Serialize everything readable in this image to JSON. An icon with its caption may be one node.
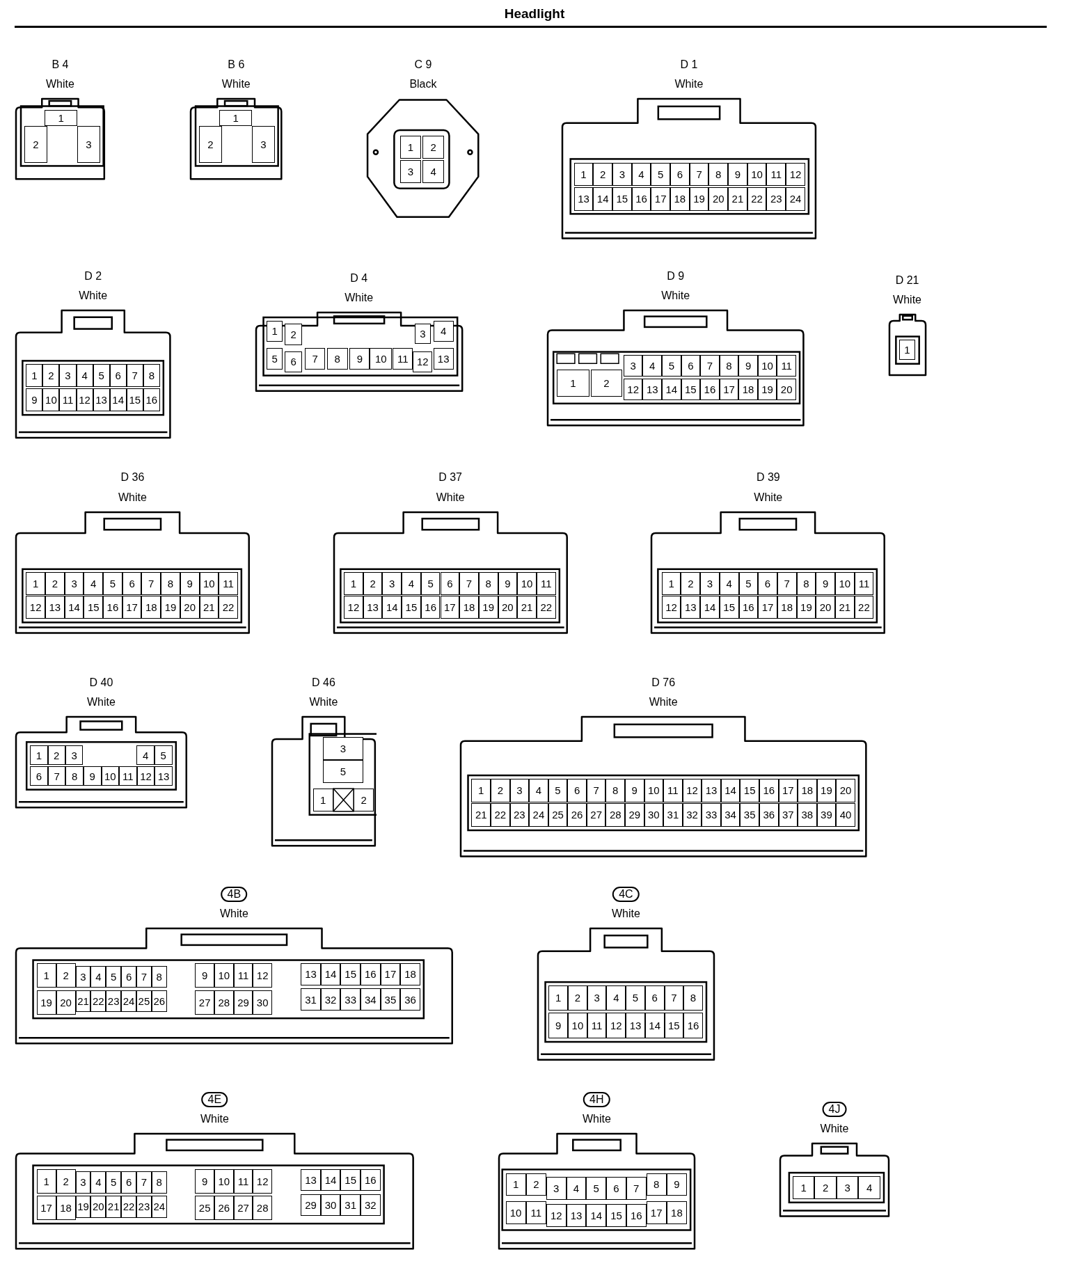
{
  "diagram": {
    "title": "Headlight",
    "nodes": [
      {
        "text": [
          "B 4",
          "White"
        ]
      },
      {
        "text": [
          "1"
        ],
        "in": 0
      },
      {
        "text": [
          "2"
        ],
        "in": 0
      },
      {
        "text": [
          "3"
        ],
        "in": 0
      },
      {
        "text": [
          "B 6",
          "White"
        ]
      },
      {
        "text": [
          "1"
        ],
        "in": 4
      },
      {
        "text": [
          "2"
        ],
        "in": 4
      },
      {
        "text": [
          "3"
        ],
        "in": 4
      },
      {
        "text": [
          "C 9",
          "Black"
        ]
      },
      {
        "text": [
          "1"
        ],
        "in": 8
      },
      {
        "text": [
          "2"
        ],
        "in": 8
      },
      {
        "text": [
          "3"
        ],
        "in": 8
      },
      {
        "text": [
          "4"
        ],
        "in": 8
      },
      {
        "text": [
          "D 1",
          "White"
        ]
      },
      {
        "text": [
          "1"
        ],
        "in": 13
      },
      {
        "text": [
          "2"
        ],
        "in": 13
      },
      {
        "text": [
          "3"
        ],
        "in": 13
      },
      {
        "text": [
          "4"
        ],
        "in": 13
      },
      {
        "text": [
          "5"
        ],
        "in": 13
      },
      {
        "text": [
          "6"
        ],
        "in": 13
      },
      {
        "text": [
          "7"
        ],
        "in": 13
      },
      {
        "text": [
          "8"
        ],
        "in": 13
      },
      {
        "text": [
          "9"
        ],
        "in": 13
      },
      {
        "text": [
          "10"
        ],
        "in": 13
      },
      {
        "text": [
          "11"
        ],
        "in": 13
      },
      {
        "text": [
          "12"
        ],
        "in": 13
      },
      {
        "text": [
          "13"
        ],
        "in": 13
      },
      {
        "text": [
          "14"
        ],
        "in": 13
      },
      {
        "text": [
          "15"
        ],
        "in": 13
      },
      {
        "text": [
          "16"
        ],
        "in": 13
      },
      {
        "text": [
          "17"
        ],
        "in": 13
      },
      {
        "text": [
          "18"
        ],
        "in": 13
      },
      {
        "text": [
          "19"
        ],
        "in": 13
      },
      {
        "text": [
          "20"
        ],
        "in": 13
      },
      {
        "text": [
          "21"
        ],
        "in": 13
      },
      {
        "text": [
          "22"
        ],
        "in": 13
      },
      {
        "text": [
          "23"
        ],
        "in": 13
      },
      {
        "text": [
          "24"
        ],
        "in": 13
      },
      {
        "text": [
          "D 2",
          "White"
        ]
      },
      {
        "text": [
          "1"
        ],
        "in": 38
      },
      {
        "text": [
          "2"
        ],
        "in": 38
      },
      {
        "text": [
          "3"
        ],
        "in": 38
      },
      {
        "text": [
          "4"
        ],
        "in": 38
      },
      {
        "text": [
          "5"
        ],
        "in": 38
      },
      {
        "text": [
          "6"
        ],
        "in": 38
      },
      {
        "text": [
          "7"
        ],
        "in": 38
      },
      {
        "text": [
          "8"
        ],
        "in": 38
      },
      {
        "text": [
          "9"
        ],
        "in": 38
      },
      {
        "text": [
          "10"
        ],
        "in": 38
      },
      {
        "text": [
          "11"
        ],
        "in": 38
      },
      {
        "text": [
          "12"
        ],
        "in": 38
      },
      {
        "text": [
          "13"
        ],
        "in": 38
      },
      {
        "text": [
          "14"
        ],
        "in": 38
      },
      {
        "text": [
          "15"
        ],
        "in": 38
      },
      {
        "text": [
          "16"
        ],
        "in": 38
      },
      {
        "text": [
          "D 4",
          "White"
        ]
      },
      {
        "text": [
          "1"
        ],
        "in": 55
      },
      {
        "text": [
          "2"
        ],
        "in": 55
      },
      {
        "text": [
          "3"
        ],
        "in": 55
      },
      {
        "text": [
          "4"
        ],
        "in": 55
      },
      {
        "text": [
          "5"
        ],
        "in": 55
      },
      {
        "text": [
          "6"
        ],
        "in": 55
      },
      {
        "text": [
          "7"
        ],
        "in": 55
      },
      {
        "text": [
          "8"
        ],
        "in": 55
      },
      {
        "text": [
          "9"
        ],
        "in": 55
      },
      {
        "text": [
          "10"
        ],
        "in": 55
      },
      {
        "text": [
          "11"
        ],
        "in": 55
      },
      {
        "text": [
          "12"
        ],
        "in": 55
      },
      {
        "text": [
          "13"
        ],
        "in": 55
      },
      {
        "text": [
          "D 9",
          "White"
        ]
      },
      {
        "text": [
          "1"
        ],
        "in": 69
      },
      {
        "text": [
          "2"
        ],
        "in": 69
      },
      {
        "text": [
          "3"
        ],
        "in": 69
      },
      {
        "text": [
          "4"
        ],
        "in": 69
      },
      {
        "text": [
          "5"
        ],
        "in": 69
      },
      {
        "text": [
          "6"
        ],
        "in": 69
      },
      {
        "text": [
          "7"
        ],
        "in": 69
      },
      {
        "text": [
          "8"
        ],
        "in": 69
      },
      {
        "text": [
          "9"
        ],
        "in": 69
      },
      {
        "text": [
          "10"
        ],
        "in": 69
      },
      {
        "text": [
          "11"
        ],
        "in": 69
      },
      {
        "text": [
          "12"
        ],
        "in": 69
      },
      {
        "text": [
          "13"
        ],
        "in": 69
      },
      {
        "text": [
          "14"
        ],
        "in": 69
      },
      {
        "text": [
          "15"
        ],
        "in": 69
      },
      {
        "text": [
          "16"
        ],
        "in": 69
      },
      {
        "text": [
          "17"
        ],
        "in": 69
      },
      {
        "text": [
          "18"
        ],
        "in": 69
      },
      {
        "text": [
          "19"
        ],
        "in": 69
      },
      {
        "text": [
          "20"
        ],
        "in": 69
      },
      {
        "text": [
          "D 21",
          "White"
        ]
      },
      {
        "text": [
          "1"
        ],
        "in": 90
      },
      {
        "text": [
          "D 36",
          "White"
        ]
      },
      {
        "text": [
          "1"
        ],
        "in": 92
      },
      {
        "text": [
          "2"
        ],
        "in": 92
      },
      {
        "text": [
          "3"
        ],
        "in": 92
      },
      {
        "text": [
          "4"
        ],
        "in": 92
      },
      {
        "text": [
          "5"
        ],
        "in": 92
      },
      {
        "text": [
          "6"
        ],
        "in": 92
      },
      {
        "text": [
          "7"
        ],
        "in": 92
      },
      {
        "text": [
          "8"
        ],
        "in": 92
      },
      {
        "text": [
          "9"
        ],
        "in": 92
      },
      {
        "text": [
          "10"
        ],
        "in": 92
      },
      {
        "text": [
          "11"
        ],
        "in": 92
      },
      {
        "text": [
          "12"
        ],
        "in": 92
      },
      {
        "text": [
          "13"
        ],
        "in": 92
      },
      {
        "text": [
          "14"
        ],
        "in": 92
      },
      {
        "text": [
          "15"
        ],
        "in": 92
      },
      {
        "text": [
          "16"
        ],
        "in": 92
      },
      {
        "text": [
          "17"
        ],
        "in": 92
      },
      {
        "text": [
          "18"
        ],
        "in": 92
      },
      {
        "text": [
          "19"
        ],
        "in": 92
      },
      {
        "text": [
          "20"
        ],
        "in": 92
      },
      {
        "text": [
          "21"
        ],
        "in": 92
      },
      {
        "text": [
          "22"
        ],
        "in": 92
      },
      {
        "text": [
          "D 37",
          "White"
        ]
      },
      {
        "text": [
          "1"
        ],
        "in": 115
      },
      {
        "text": [
          "2"
        ],
        "in": 115
      },
      {
        "text": [
          "3"
        ],
        "in": 115
      },
      {
        "text": [
          "4"
        ],
        "in": 115
      },
      {
        "text": [
          "5"
        ],
        "in": 115
      },
      {
        "text": [
          "6"
        ],
        "in": 115
      },
      {
        "text": [
          "7"
        ],
        "in": 115
      },
      {
        "text": [
          "8"
        ],
        "in": 115
      },
      {
        "text": [
          "9"
        ],
        "in": 115
      },
      {
        "text": [
          "10"
        ],
        "in": 115
      },
      {
        "text": [
          "11"
        ],
        "in": 115
      },
      {
        "text": [
          "12"
        ],
        "in": 115
      },
      {
        "text": [
          "13"
        ],
        "in": 115
      },
      {
        "text": [
          "14"
        ],
        "in": 115
      },
      {
        "text": [
          "15"
        ],
        "in": 115
      },
      {
        "text": [
          "16"
        ],
        "in": 115
      },
      {
        "text": [
          "17"
        ],
        "in": 115
      },
      {
        "text": [
          "18"
        ],
        "in": 115
      },
      {
        "text": [
          "19"
        ],
        "in": 115
      },
      {
        "text": [
          "20"
        ],
        "in": 115
      },
      {
        "text": [
          "21"
        ],
        "in": 115
      },
      {
        "text": [
          "22"
        ],
        "in": 115
      },
      {
        "text": [
          "D 39",
          "White"
        ]
      },
      {
        "text": [
          "1"
        ],
        "in": 138
      },
      {
        "text": [
          "2"
        ],
        "in": 138
      },
      {
        "text": [
          "3"
        ],
        "in": 138
      },
      {
        "text": [
          "4"
        ],
        "in": 138
      },
      {
        "text": [
          "5"
        ],
        "in": 138
      },
      {
        "text": [
          "6"
        ],
        "in": 138
      },
      {
        "text": [
          "7"
        ],
        "in": 138
      },
      {
        "text": [
          "8"
        ],
        "in": 138
      },
      {
        "text": [
          "9"
        ],
        "in": 138
      },
      {
        "text": [
          "10"
        ],
        "in": 138
      },
      {
        "text": [
          "11"
        ],
        "in": 138
      },
      {
        "text": [
          "12"
        ],
        "in": 138
      },
      {
        "text": [
          "13"
        ],
        "in": 138
      },
      {
        "text": [
          "14"
        ],
        "in": 138
      },
      {
        "text": [
          "15"
        ],
        "in": 138
      },
      {
        "text": [
          "16"
        ],
        "in": 138
      },
      {
        "text": [
          "17"
        ],
        "in": 138
      },
      {
        "text": [
          "18"
        ],
        "in": 138
      },
      {
        "text": [
          "19"
        ],
        "in": 138
      },
      {
        "text": [
          "20"
        ],
        "in": 138
      },
      {
        "text": [
          "21"
        ],
        "in": 138
      },
      {
        "text": [
          "22"
        ],
        "in": 138
      },
      {
        "text": [
          "D 40",
          "White"
        ]
      },
      {
        "text": [
          "1"
        ],
        "in": 161
      },
      {
        "text": [
          "2"
        ],
        "in": 161
      },
      {
        "text": [
          "3"
        ],
        "in": 161
      },
      {
        "text": [
          "4"
        ],
        "in": 161
      },
      {
        "text": [
          "5"
        ],
        "in": 161
      },
      {
        "text": [
          "6"
        ],
        "in": 161
      },
      {
        "text": [
          "7"
        ],
        "in": 161
      },
      {
        "text": [
          "8"
        ],
        "in": 161
      },
      {
        "text": [
          "9"
        ],
        "in": 161
      },
      {
        "text": [
          "10"
        ],
        "in": 161
      },
      {
        "text": [
          "11"
        ],
        "in": 161
      },
      {
        "text": [
          "12"
        ],
        "in": 161
      },
      {
        "text": [
          "13"
        ],
        "in": 161
      },
      {
        "text": [
          "D 46",
          "White"
        ]
      },
      {
        "text": [
          "3"
        ],
        "in": 175
      },
      {
        "text": [
          "5"
        ],
        "in": 175
      },
      {
        "text": [
          "1"
        ],
        "in": 175
      },
      {
        "text": [
          "2"
        ],
        "in": 175
      },
      {
        "text": [
          "D 76",
          "White"
        ]
      },
      {
        "text": [
          "1"
        ],
        "in": 180
      },
      {
        "text": [
          "2"
        ],
        "in": 180
      },
      {
        "text": [
          "3"
        ],
        "in": 180
      },
      {
        "text": [
          "4"
        ],
        "in": 180
      },
      {
        "text": [
          "5"
        ],
        "in": 180
      },
      {
        "text": [
          "6"
        ],
        "in": 180
      },
      {
        "text": [
          "7"
        ],
        "in": 180
      },
      {
        "text": [
          "8"
        ],
        "in": 180
      },
      {
        "text": [
          "9"
        ],
        "in": 180
      },
      {
        "text": [
          "10"
        ],
        "in": 180
      },
      {
        "text": [
          "11"
        ],
        "in": 180
      },
      {
        "text": [
          "12"
        ],
        "in": 180
      },
      {
        "text": [
          "13"
        ],
        "in": 180
      },
      {
        "text": [
          "14"
        ],
        "in": 180
      },
      {
        "text": [
          "15"
        ],
        "in": 180
      },
      {
        "text": [
          "16"
        ],
        "in": 180
      },
      {
        "text": [
          "17"
        ],
        "in": 180
      },
      {
        "text": [
          "18"
        ],
        "in": 180
      },
      {
        "text": [
          "19"
        ],
        "in": 180
      },
      {
        "text": [
          "20"
        ],
        "in": 180
      },
      {
        "text": [
          "21"
        ],
        "in": 180
      },
      {
        "text": [
          "22"
        ],
        "in": 180
      },
      {
        "text": [
          "23"
        ],
        "in": 180
      },
      {
        "text": [
          "24"
        ],
        "in": 180
      },
      {
        "text": [
          "25"
        ],
        "in": 180
      },
      {
        "text": [
          "26"
        ],
        "in": 180
      },
      {
        "text": [
          "27"
        ],
        "in": 180
      },
      {
        "text": [
          "28"
        ],
        "in": 180
      },
      {
        "text": [
          "29"
        ],
        "in": 180
      },
      {
        "text": [
          "30"
        ],
        "in": 180
      },
      {
        "text": [
          "31"
        ],
        "in": 180
      },
      {
        "text": [
          "32"
        ],
        "in": 180
      },
      {
        "text": [
          "33"
        ],
        "in": 180
      },
      {
        "text": [
          "34"
        ],
        "in": 180
      },
      {
        "text": [
          "35"
        ],
        "in": 180
      },
      {
        "text": [
          "36"
        ],
        "in": 180
      },
      {
        "text": [
          "37"
        ],
        "in": 180
      },
      {
        "text": [
          "38"
        ],
        "in": 180
      },
      {
        "text": [
          "39"
        ],
        "in": 180
      },
      {
        "text": [
          "40"
        ],
        "in": 180
      },
      {
        "text": [
          "4B",
          "White"
        ]
      },
      {
        "text": [
          "1"
        ],
        "in": 221
      },
      {
        "text": [
          "2"
        ],
        "in": 221
      },
      {
        "text": [
          "3"
        ],
        "in": 221
      },
      {
        "text": [
          "4"
        ],
        "in": 221
      },
      {
        "text": [
          "5"
        ],
        "in": 221
      },
      {
        "text": [
          "6"
        ],
        "in": 221
      },
      {
        "text": [
          "7"
        ],
        "in": 221
      },
      {
        "text": [
          "8"
        ],
        "in": 221
      },
      {
        "text": [
          "9"
        ],
        "in": 221
      },
      {
        "text": [
          "10"
        ],
        "in": 221
      },
      {
        "text": [
          "11"
        ],
        "in": 221
      },
      {
        "text": [
          "12"
        ],
        "in": 221
      },
      {
        "text": [
          "13"
        ],
        "in": 221
      },
      {
        "text": [
          "14"
        ],
        "in": 221
      },
      {
        "text": [
          "15"
        ],
        "in": 221
      },
      {
        "text": [
          "16"
        ],
        "in": 221
      },
      {
        "text": [
          "17"
        ],
        "in": 221
      },
      {
        "text": [
          "18"
        ],
        "in": 221
      },
      {
        "text": [
          "19"
        ],
        "in": 221
      },
      {
        "text": [
          "20"
        ],
        "in": 221
      },
      {
        "text": [
          "21"
        ],
        "in": 221
      },
      {
        "text": [
          "22"
        ],
        "in": 221
      },
      {
        "text": [
          "23"
        ],
        "in": 221
      },
      {
        "text": [
          "24"
        ],
        "in": 221
      },
      {
        "text": [
          "25"
        ],
        "in": 221
      },
      {
        "text": [
          "26"
        ],
        "in": 221
      },
      {
        "text": [
          "27"
        ],
        "in": 221
      },
      {
        "text": [
          "28"
        ],
        "in": 221
      },
      {
        "text": [
          "29"
        ],
        "in": 221
      },
      {
        "text": [
          "30"
        ],
        "in": 221
      },
      {
        "text": [
          "31"
        ],
        "in": 221
      },
      {
        "text": [
          "32"
        ],
        "in": 221
      },
      {
        "text": [
          "33"
        ],
        "in": 221
      },
      {
        "text": [
          "34"
        ],
        "in": 221
      },
      {
        "text": [
          "35"
        ],
        "in": 221
      },
      {
        "text": [
          "36"
        ],
        "in": 221
      },
      {
        "text": [
          "4C",
          "White"
        ]
      },
      {
        "text": [
          "1"
        ],
        "in": 258
      },
      {
        "text": [
          "2"
        ],
        "in": 258
      },
      {
        "text": [
          "3"
        ],
        "in": 258
      },
      {
        "text": [
          "4"
        ],
        "in": 258
      },
      {
        "text": [
          "5"
        ],
        "in": 258
      },
      {
        "text": [
          "6"
        ],
        "in": 258
      },
      {
        "text": [
          "7"
        ],
        "in": 258
      },
      {
        "text": [
          "8"
        ],
        "in": 258
      },
      {
        "text": [
          "9"
        ],
        "in": 258
      },
      {
        "text": [
          "10"
        ],
        "in": 258
      },
      {
        "text": [
          "11"
        ],
        "in": 258
      },
      {
        "text": [
          "12"
        ],
        "in": 258
      },
      {
        "text": [
          "13"
        ],
        "in": 258
      },
      {
        "text": [
          "14"
        ],
        "in": 258
      },
      {
        "text": [
          "15"
        ],
        "in": 258
      },
      {
        "text": [
          "16"
        ],
        "in": 258
      },
      {
        "text": [
          "4E",
          "White"
        ]
      },
      {
        "text": [
          "1"
        ],
        "in": 275
      },
      {
        "text": [
          "2"
        ],
        "in": 275
      },
      {
        "text": [
          "3"
        ],
        "in": 275
      },
      {
        "text": [
          "4"
        ],
        "in": 275
      },
      {
        "text": [
          "5"
        ],
        "in": 275
      },
      {
        "text": [
          "6"
        ],
        "in": 275
      },
      {
        "text": [
          "7"
        ],
        "in": 275
      },
      {
        "text": [
          "8"
        ],
        "in": 275
      },
      {
        "text": [
          "9"
        ],
        "in": 275
      },
      {
        "text": [
          "10"
        ],
        "in": 275
      },
      {
        "text": [
          "11"
        ],
        "in": 275
      },
      {
        "text": [
          "12"
        ],
        "in": 275
      },
      {
        "text": [
          "13"
        ],
        "in": 275
      },
      {
        "text": [
          "14"
        ],
        "in": 275
      },
      {
        "text": [
          "15"
        ],
        "in": 275
      },
      {
        "text": [
          "16"
        ],
        "in": 275
      },
      {
        "text": [
          "17"
        ],
        "in": 275
      },
      {
        "text": [
          "18"
        ],
        "in": 275
      },
      {
        "text": [
          "19"
        ],
        "in": 275
      },
      {
        "text": [
          "20"
        ],
        "in": 275
      },
      {
        "text": [
          "21"
        ],
        "in": 275
      },
      {
        "text": [
          "22"
        ],
        "in": 275
      },
      {
        "text": [
          "23"
        ],
        "in": 275
      },
      {
        "text": [
          "24"
        ],
        "in": 275
      },
      {
        "text": [
          "25"
        ],
        "in": 275
      },
      {
        "text": [
          "26"
        ],
        "in": 275
      },
      {
        "text": [
          "27"
        ],
        "in": 275
      },
      {
        "text": [
          "28"
        ],
        "in": 275
      },
      {
        "text": [
          "29"
        ],
        "in": 275
      },
      {
        "text": [
          "30"
        ],
        "in": 275
      },
      {
        "text": [
          "31"
        ],
        "in": 275
      },
      {
        "text": [
          "32"
        ],
        "in": 275
      },
      {
        "text": [
          "4H",
          "White"
        ]
      },
      {
        "text": [
          "1"
        ],
        "in": 308
      },
      {
        "text": [
          "2"
        ],
        "in": 308
      },
      {
        "text": [
          "3"
        ],
        "in": 308
      },
      {
        "text": [
          "4"
        ],
        "in": 308
      },
      {
        "text": [
          "5"
        ],
        "in": 308
      },
      {
        "text": [
          "6"
        ],
        "in": 308
      },
      {
        "text": [
          "7"
        ],
        "in": 308
      },
      {
        "text": [
          "8"
        ],
        "in": 308
      },
      {
        "text": [
          "9"
        ],
        "in": 308
      },
      {
        "text": [
          "10"
        ],
        "in": 308
      },
      {
        "text": [
          "11"
        ],
        "in": 308
      },
      {
        "text": [
          "12"
        ],
        "in": 308
      },
      {
        "text": [
          "13"
        ],
        "in": 308
      },
      {
        "text": [
          "14"
        ],
        "in": 308
      },
      {
        "text": [
          "15"
        ],
        "in": 308
      },
      {
        "text": [
          "16"
        ],
        "in": 308
      },
      {
        "text": [
          "17"
        ],
        "in": 308
      },
      {
        "text": [
          "18"
        ],
        "in": 308
      },
      {
        "text": [
          "4J",
          "White"
        ]
      },
      {
        "text": [
          "1"
        ],
        "in": 327
      },
      {
        "text": [
          "2"
        ],
        "in": 327
      },
      {
        "text": [
          "3"
        ],
        "in": 327
      },
      {
        "text": [
          "4"
        ],
        "in": 327
      }
    ]
  }
}
